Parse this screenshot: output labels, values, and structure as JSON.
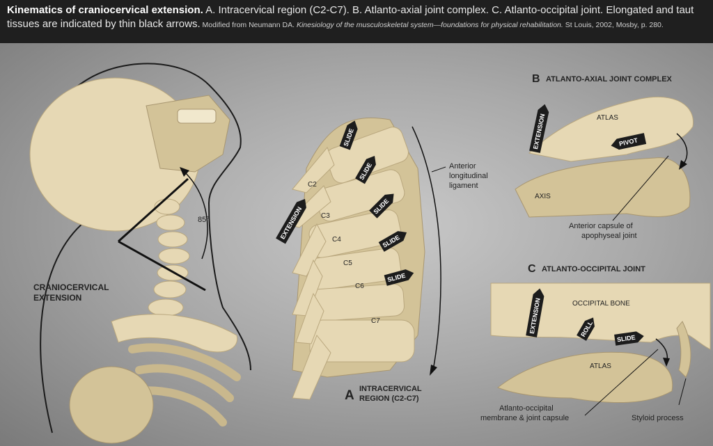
{
  "caption": {
    "title": "Kinematics of craniocervical extension.",
    "text": " A. Intracervical region (C2-C7). B. Atlanto-axial joint complex. C. Atlanto-occipital joint. Elongated and taut tissues are indicated by thin black arrows.",
    "credit_prefix": " Modified from Neumann DA. ",
    "credit_book": "Kinesiology of the musculoskeletal system—foundations for physical rehabilitation.",
    "credit_suffix": " St Louis, 2002, Mosby, p. 280."
  },
  "left": {
    "label_line1": "CRANIOCERVICAL",
    "label_line2": "EXTENSION",
    "angle": "85°"
  },
  "panel_a": {
    "letter": "A",
    "title_line1": "INTRACERVICAL",
    "title_line2": "REGION (C2-C7)",
    "vertebrae": [
      "C2",
      "C3",
      "C4",
      "C5",
      "C6",
      "C7"
    ],
    "ligament_line1": "Anterior",
    "ligament_line2": "longitudinal",
    "ligament_line3": "ligament",
    "extension_tag": "EXTENSION",
    "slide_tag": "SLIDE"
  },
  "panel_b": {
    "letter": "B",
    "title": "ATLANTO-AXIAL JOINT COMPLEX",
    "atlas": "ATLAS",
    "axis": "AXIS",
    "extension_tag": "EXTENSION",
    "pivot_tag": "PIVOT",
    "capsule_line1": "Anterior capsule of",
    "capsule_line2": "apophyseal joint"
  },
  "panel_c": {
    "letter": "C",
    "title": "ATLANTO-OCCIPITAL JOINT",
    "occipital": "OCCIPITAL BONE",
    "atlas": "ATLAS",
    "extension_tag": "EXTENSION",
    "roll_tag": "ROLL",
    "slide_tag": "SLIDE",
    "membrane_line1": "Atlanto-occipital",
    "membrane_line2": "membrane & joint capsule",
    "styloid": "Styloid process"
  },
  "colors": {
    "bone": "#e6d8b4",
    "caption_bg": "#1f1f1f",
    "tag_bg": "#1c1c1c"
  }
}
